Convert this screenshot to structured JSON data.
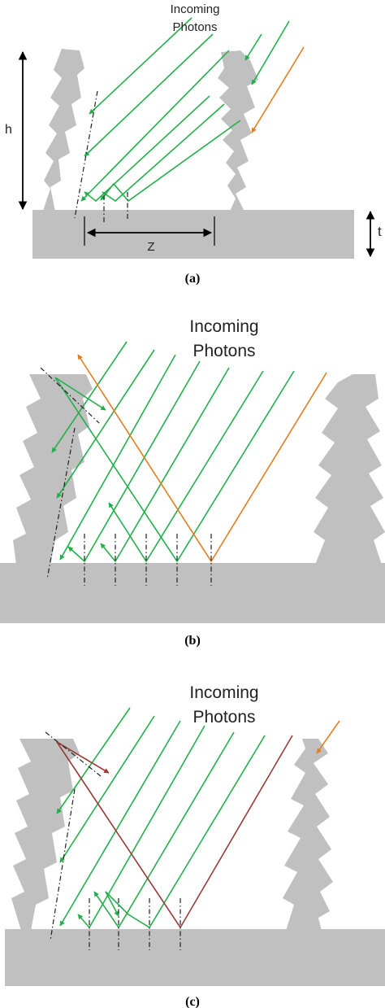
{
  "colors": {
    "structure": "#c0c0c0",
    "photon_green": "#22b04a",
    "photon_orange": "#e47d1e",
    "photon_brown": "#9a3b35",
    "normal_line": "#222222"
  },
  "panel_a": {
    "title_line1": "Incoming",
    "title_line2": "Photons",
    "height_label": "h",
    "thickness_label": "t",
    "spacing_label": "Z",
    "caption": "(a)"
  },
  "panel_b": {
    "title_line1": "Incoming",
    "title_line2": "Photons",
    "caption": "(b)"
  },
  "panel_c": {
    "title_line1": "Incoming",
    "title_line2": "Photons",
    "caption": "(c)"
  }
}
